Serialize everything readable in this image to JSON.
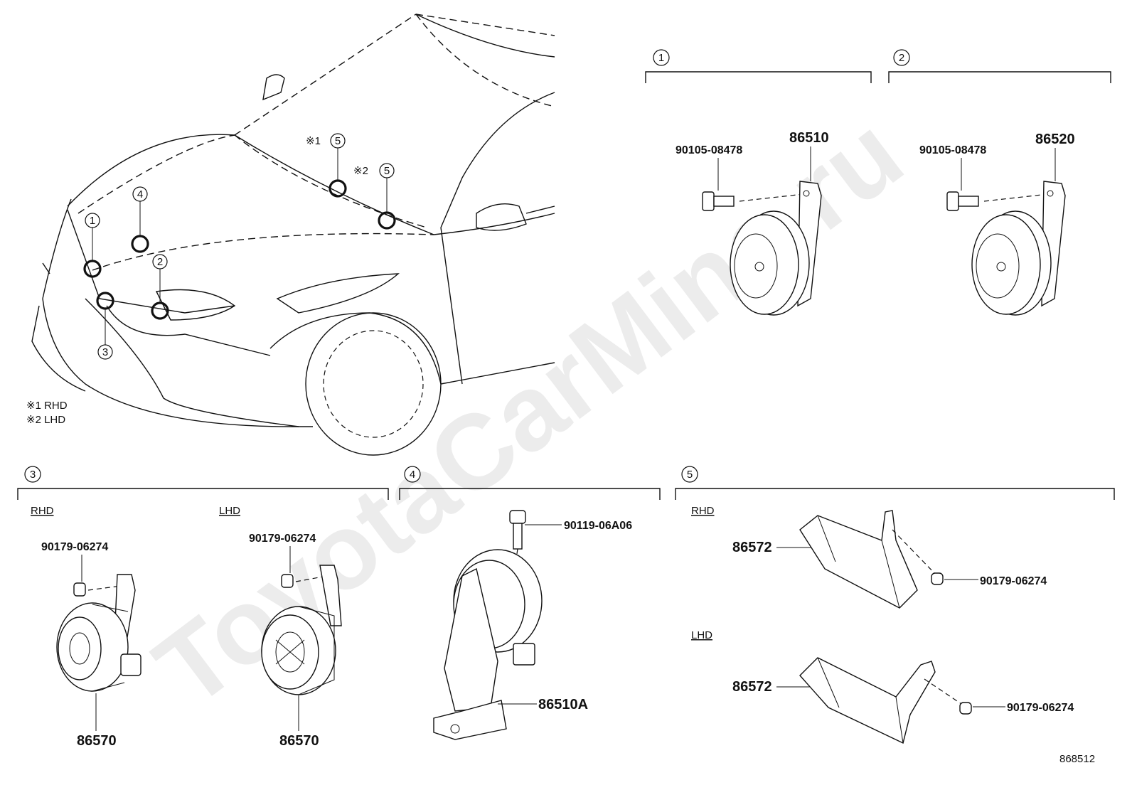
{
  "watermark": "ToyotaCarMine.ru",
  "figure_id": "868512",
  "legend": {
    "note1": "※1 RHD",
    "note2": "※2 LHD"
  },
  "car_callouts": {
    "c1": "1",
    "c2": "2",
    "c3": "3",
    "c4": "4",
    "c5a": "5",
    "c5b": "5",
    "mark1": "※1",
    "mark2": "※2"
  },
  "sections": {
    "s1": {
      "num": "1",
      "horn_part": "86510",
      "bolt_part": "90105-08478"
    },
    "s2": {
      "num": "2",
      "horn_part": "86520",
      "bolt_part": "90105-08478"
    },
    "s3": {
      "num": "3",
      "rhd_label": "RHD",
      "lhd_label": "LHD",
      "rhd_nut_part": "90179-06274",
      "lhd_nut_part": "90179-06274",
      "rhd_unit_part": "86570",
      "lhd_unit_part": "86570"
    },
    "s4": {
      "num": "4",
      "bolt_part": "90119-06A06",
      "horn_part": "86510A"
    },
    "s5": {
      "num": "5",
      "rhd_label": "RHD",
      "lhd_label": "LHD",
      "rhd_bracket_part": "86572",
      "lhd_bracket_part": "86572",
      "rhd_nut_part": "90179-06274",
      "lhd_nut_part": "90179-06274"
    }
  }
}
